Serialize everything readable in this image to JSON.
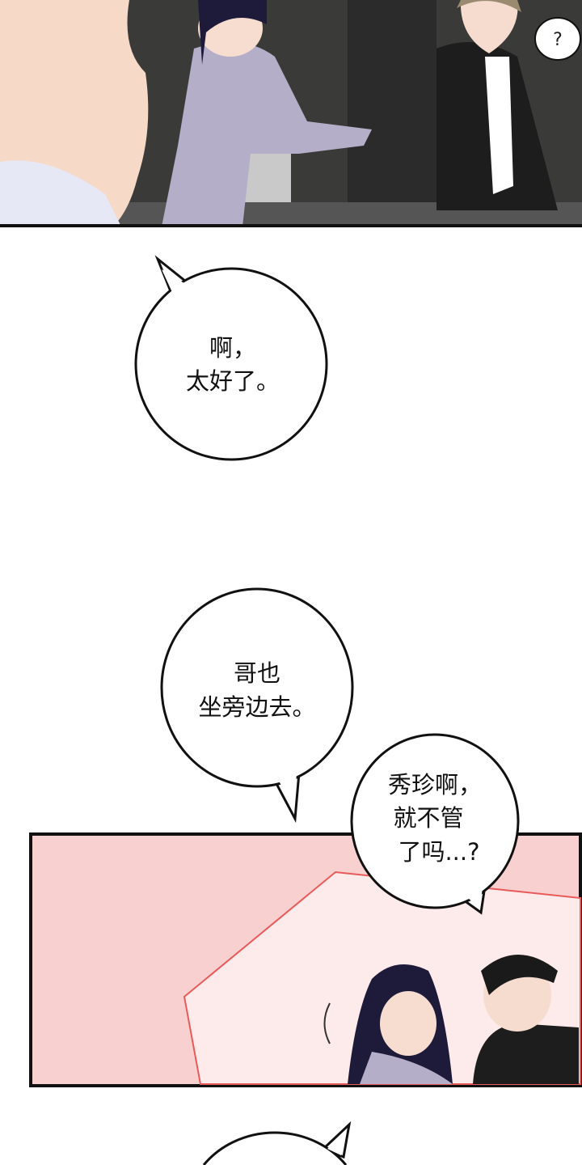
{
  "panels": {
    "top": {
      "bubble_text": "?"
    },
    "bubble_1": {
      "lines": [
        "啊，",
        "太好了。"
      ]
    },
    "bubble_2": {
      "lines": [
        "哥也",
        "坐旁边去。"
      ]
    },
    "bubble_3": {
      "lines": [
        "秀珍啊，",
        "就不管",
        "了吗...?"
      ]
    }
  },
  "colors": {
    "panel_pink": "#f9d0d0",
    "panel_inner": "#fdeaea",
    "accent_line": "#e85a5a",
    "dark_bg": "#3a3a38"
  }
}
